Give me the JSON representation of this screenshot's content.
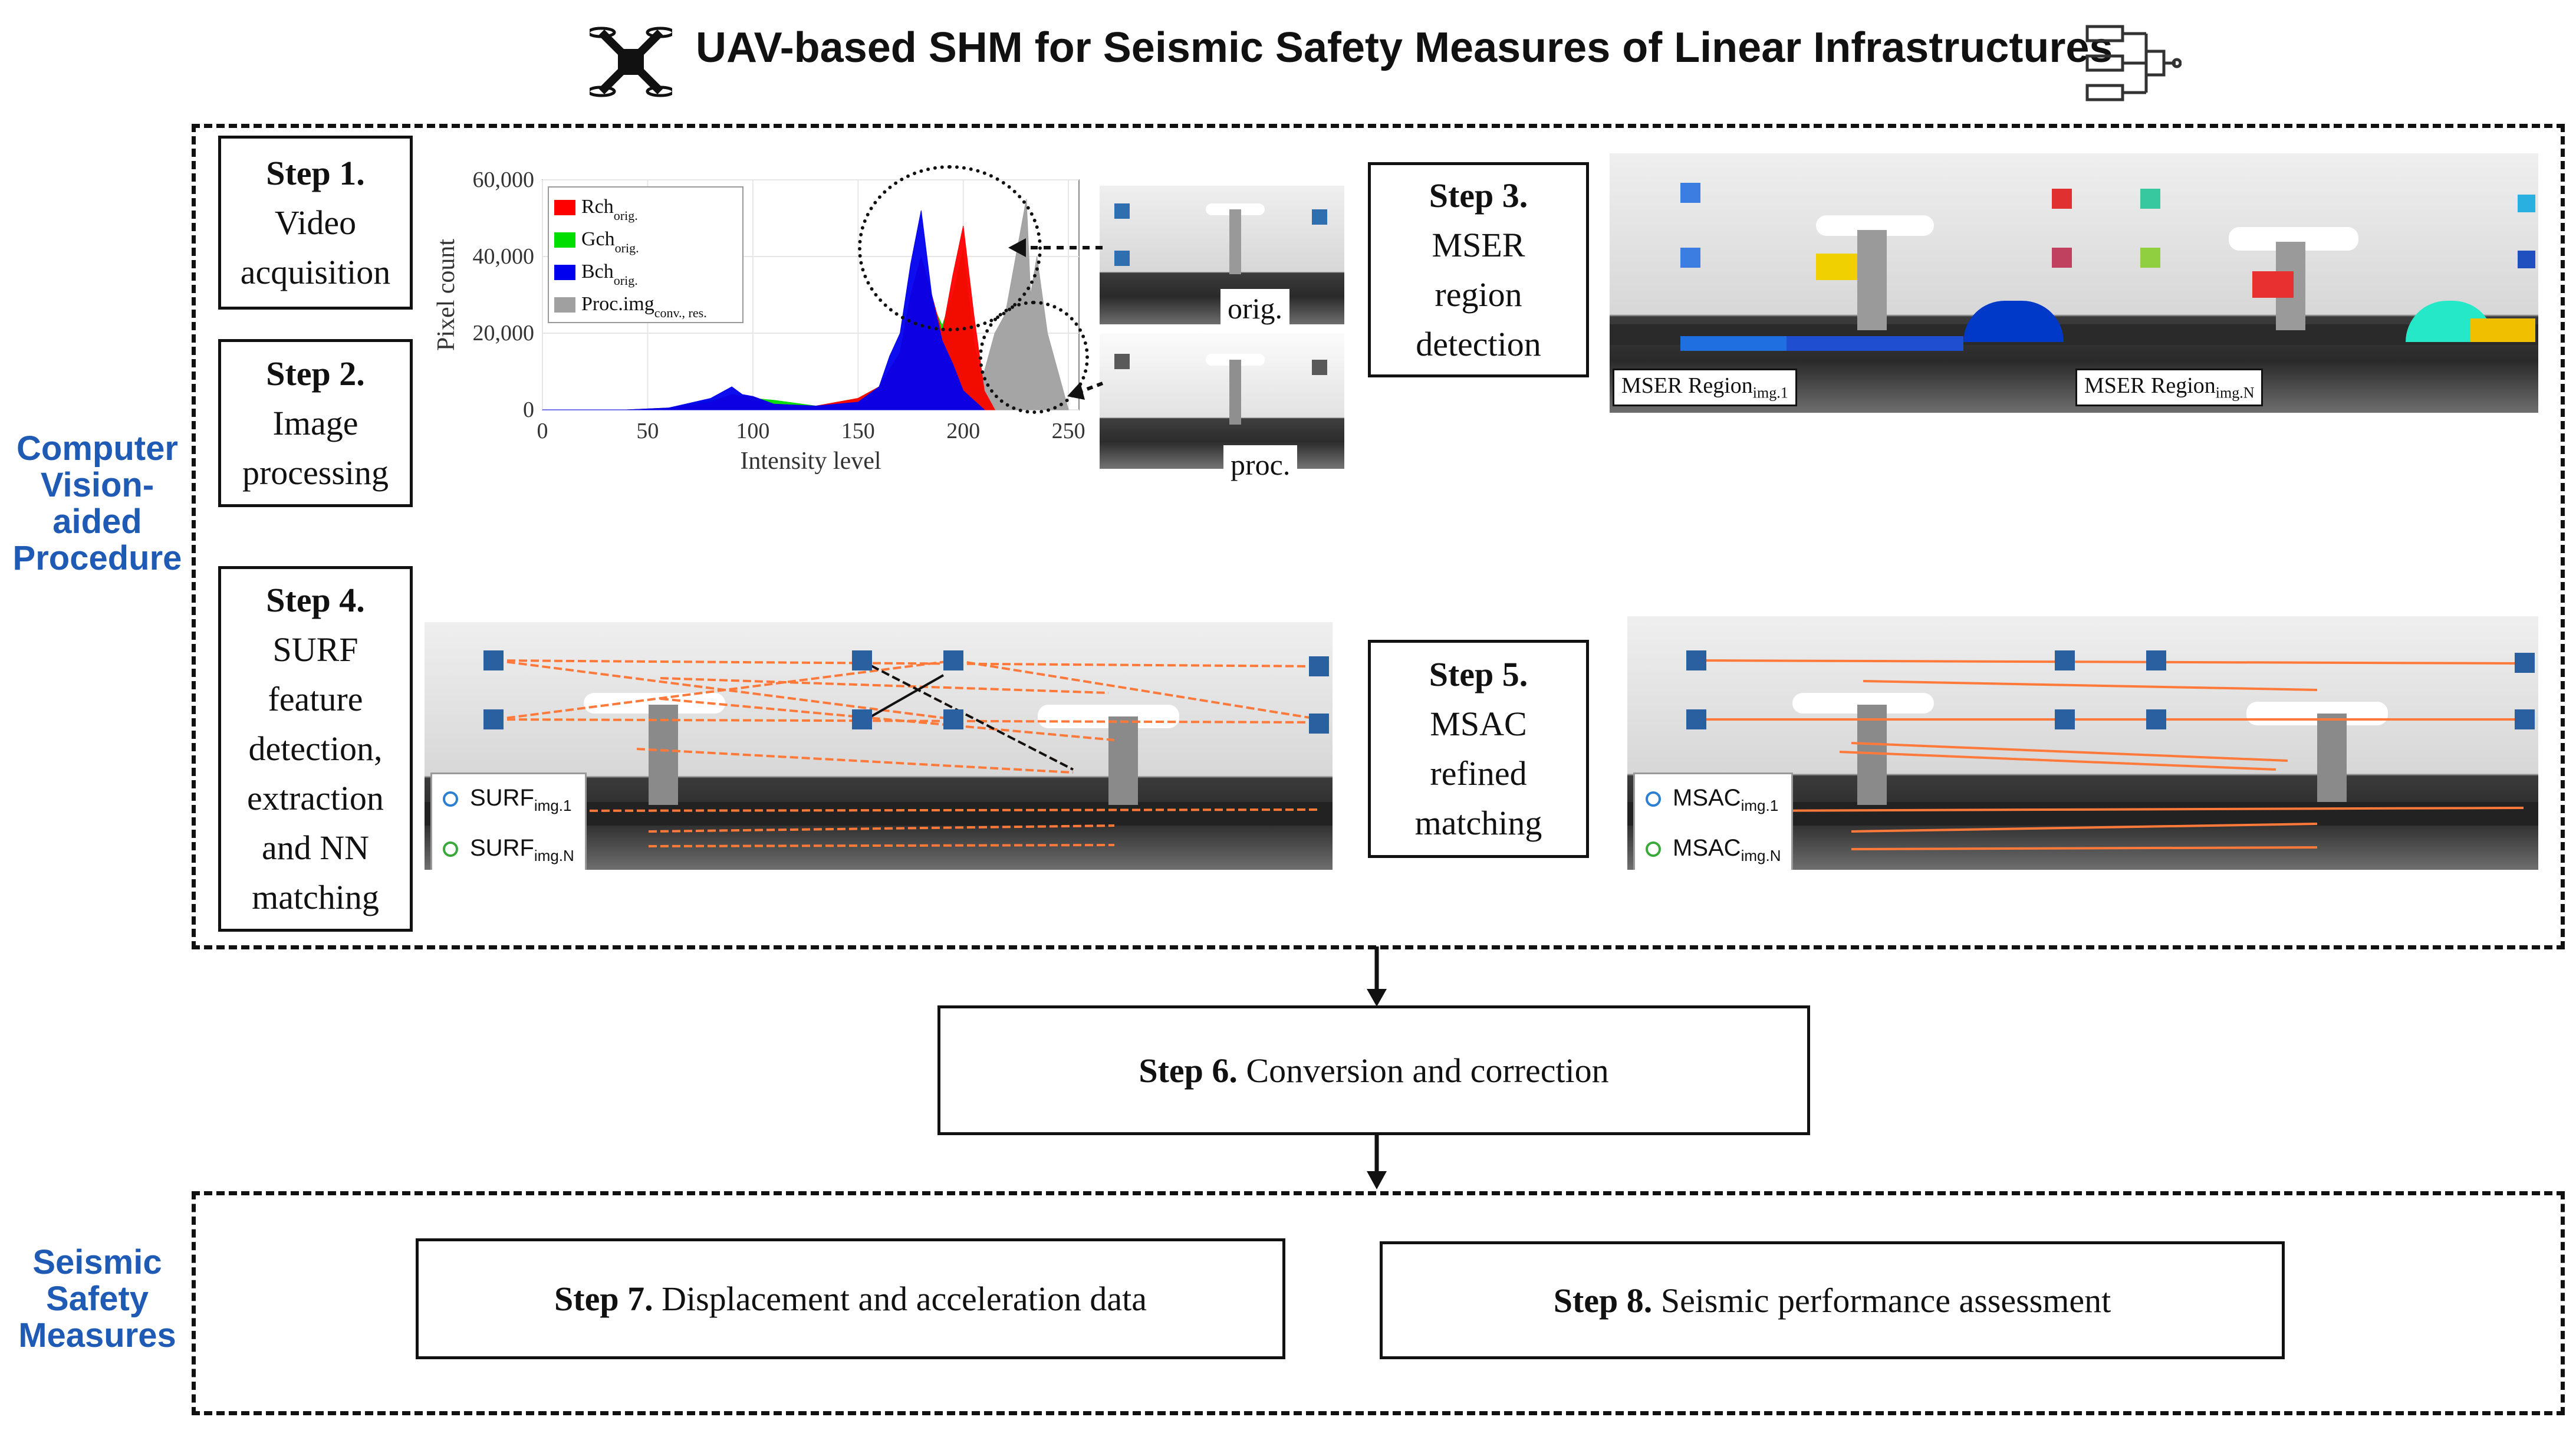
{
  "title": "UAV-based SHM for Seismic Safety Measures of Linear Infrastructures",
  "sections": {
    "computer_vision": "Computer Vision-aided Procedure",
    "seismic": "Seismic Safety Measures"
  },
  "steps": {
    "s1": {
      "num": "Step 1.",
      "text": "Video acquisition"
    },
    "s2": {
      "num": "Step 2.",
      "text": "Image processing"
    },
    "s3": {
      "num": "Step 3.",
      "text": "MSER region detection"
    },
    "s4": {
      "num": "Step 4.",
      "text": "SURF feature detection, extraction and NN matching"
    },
    "s5": {
      "num": "Step 5.",
      "text": "MSAC refined matching"
    },
    "s6": {
      "num": "Step 6.",
      "text": "Conversion and correction"
    },
    "s7": {
      "num": "Step 7.",
      "text": "Displacement and acceleration data"
    },
    "s8": {
      "num": "Step 8.",
      "text": "Seismic performance assessment"
    }
  },
  "image_labels": {
    "orig": "orig.",
    "proc": "proc.",
    "mser1": "MSER Region",
    "mser1_sub": "img.1",
    "mserN": "MSER Region",
    "mserN_sub": "img.N",
    "surf1": "SURF",
    "surf1_sub": "img.1",
    "surfN": "SURF",
    "surfN_sub": "img.N",
    "msac1": "MSAC",
    "msac1_sub": "img.1",
    "msacN": "MSAC",
    "msacN_sub": "img.N"
  },
  "colors": {
    "accent_blue": "#1f5bb5",
    "red": "#ff0000",
    "green": "#00dd00",
    "blue": "#0000ee",
    "gray": "#a0a0a0",
    "match_orange": "#ff7a3a",
    "surf_circle": "#2c7fd1",
    "msac_circle": "#3aa83a"
  },
  "icons": {
    "uav": "drone-icon",
    "bridge": "bridge-icon"
  },
  "chart_data": {
    "type": "area",
    "xlabel": "Intensity level",
    "ylabel": "Pixel count",
    "xlim": [
      0,
      255
    ],
    "ylim": [
      0,
      60000
    ],
    "xticks": [
      "0",
      "50",
      "100",
      "150",
      "200",
      "250"
    ],
    "yticks": [
      "0",
      "20,000",
      "40,000",
      "60,000"
    ],
    "legend_position": "top-left",
    "series": [
      {
        "name": "Rch",
        "sub": "orig.",
        "color": "#ff0000",
        "x": [
          0,
          40,
          60,
          80,
          90,
          100,
          110,
          130,
          150,
          160,
          170,
          175,
          180,
          185,
          190,
          195,
          200,
          205,
          210,
          215
        ],
        "y": [
          0,
          0,
          500,
          2000,
          4000,
          3500,
          1500,
          1000,
          3000,
          6000,
          15000,
          30000,
          40000,
          30000,
          20000,
          35000,
          48000,
          25000,
          5000,
          0
        ]
      },
      {
        "name": "Gch",
        "sub": "orig.",
        "color": "#00dd00",
        "x": [
          0,
          40,
          60,
          80,
          90,
          100,
          110,
          130,
          150,
          160,
          170,
          175,
          180,
          185,
          190,
          195,
          200,
          205,
          210,
          215
        ],
        "y": [
          0,
          0,
          500,
          2500,
          3500,
          3000,
          2500,
          1000,
          3000,
          6000,
          12000,
          20000,
          30000,
          28000,
          22000,
          30000,
          42000,
          18000,
          4000,
          0
        ]
      },
      {
        "name": "Bch",
        "sub": "orig.",
        "color": "#0000ee",
        "x": [
          0,
          40,
          60,
          80,
          90,
          95,
          100,
          110,
          130,
          150,
          160,
          165,
          170,
          175,
          180,
          185,
          190,
          195,
          200,
          210
        ],
        "y": [
          0,
          0,
          500,
          3000,
          6000,
          4000,
          3500,
          1500,
          1000,
          2000,
          6000,
          14000,
          20000,
          38000,
          52000,
          30000,
          18000,
          12000,
          5000,
          0
        ]
      },
      {
        "name": "Proc.img",
        "sub": "conv., res.",
        "color": "#a0a0a0",
        "x": [
          0,
          40,
          60,
          80,
          100,
          120,
          150,
          170,
          200,
          210,
          215,
          220,
          225,
          230,
          232,
          235,
          240,
          245,
          250
        ],
        "y": [
          0,
          0,
          300,
          1000,
          1500,
          1000,
          500,
          500,
          500,
          10000,
          20000,
          25000,
          40000,
          55000,
          30000,
          40000,
          20000,
          10000,
          0
        ]
      }
    ]
  }
}
